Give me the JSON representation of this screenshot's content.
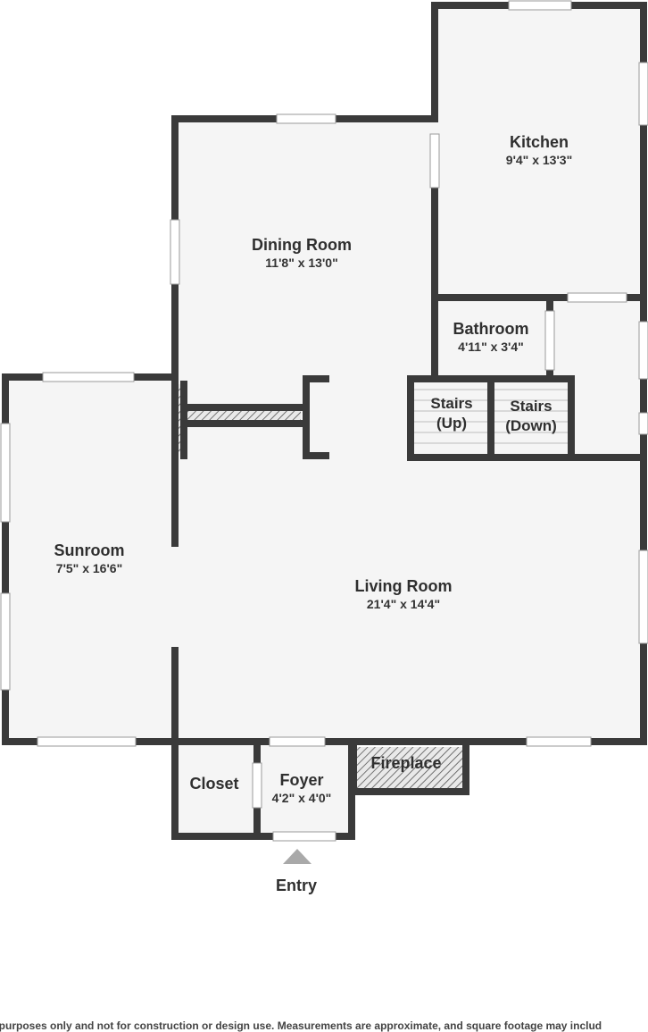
{
  "rooms": {
    "kitchen": {
      "name": "Kitchen",
      "dims": "9'4\" x 13'3\""
    },
    "dining": {
      "name": "Dining Room",
      "dims": "11'8\" x 13'0\""
    },
    "bathroom": {
      "name": "Bathroom",
      "dims": "4'11\" x 3'4\""
    },
    "stairs_up": {
      "name": "Stairs",
      "sub": "(Up)"
    },
    "stairs_down": {
      "name": "Stairs",
      "sub": "(Down)"
    },
    "sunroom": {
      "name": "Sunroom",
      "dims": "7'5\" x 16'6\""
    },
    "living": {
      "name": "Living Room",
      "dims": "21'4\" x 14'4\""
    },
    "closet": {
      "name": "Closet"
    },
    "foyer": {
      "name": "Foyer",
      "dims": "4'2\" x 4'0\""
    },
    "fireplace": {
      "name": "Fireplace"
    }
  },
  "entry": {
    "label": "Entry"
  },
  "disclaimer": "l purposes only and not for construction or design use. Measurements are approximate, and square footage may includ",
  "colors": {
    "wall": "#3a3a3a",
    "floor": "#f5f5f5",
    "window": "#ffffff",
    "hatch": "#555555"
  }
}
